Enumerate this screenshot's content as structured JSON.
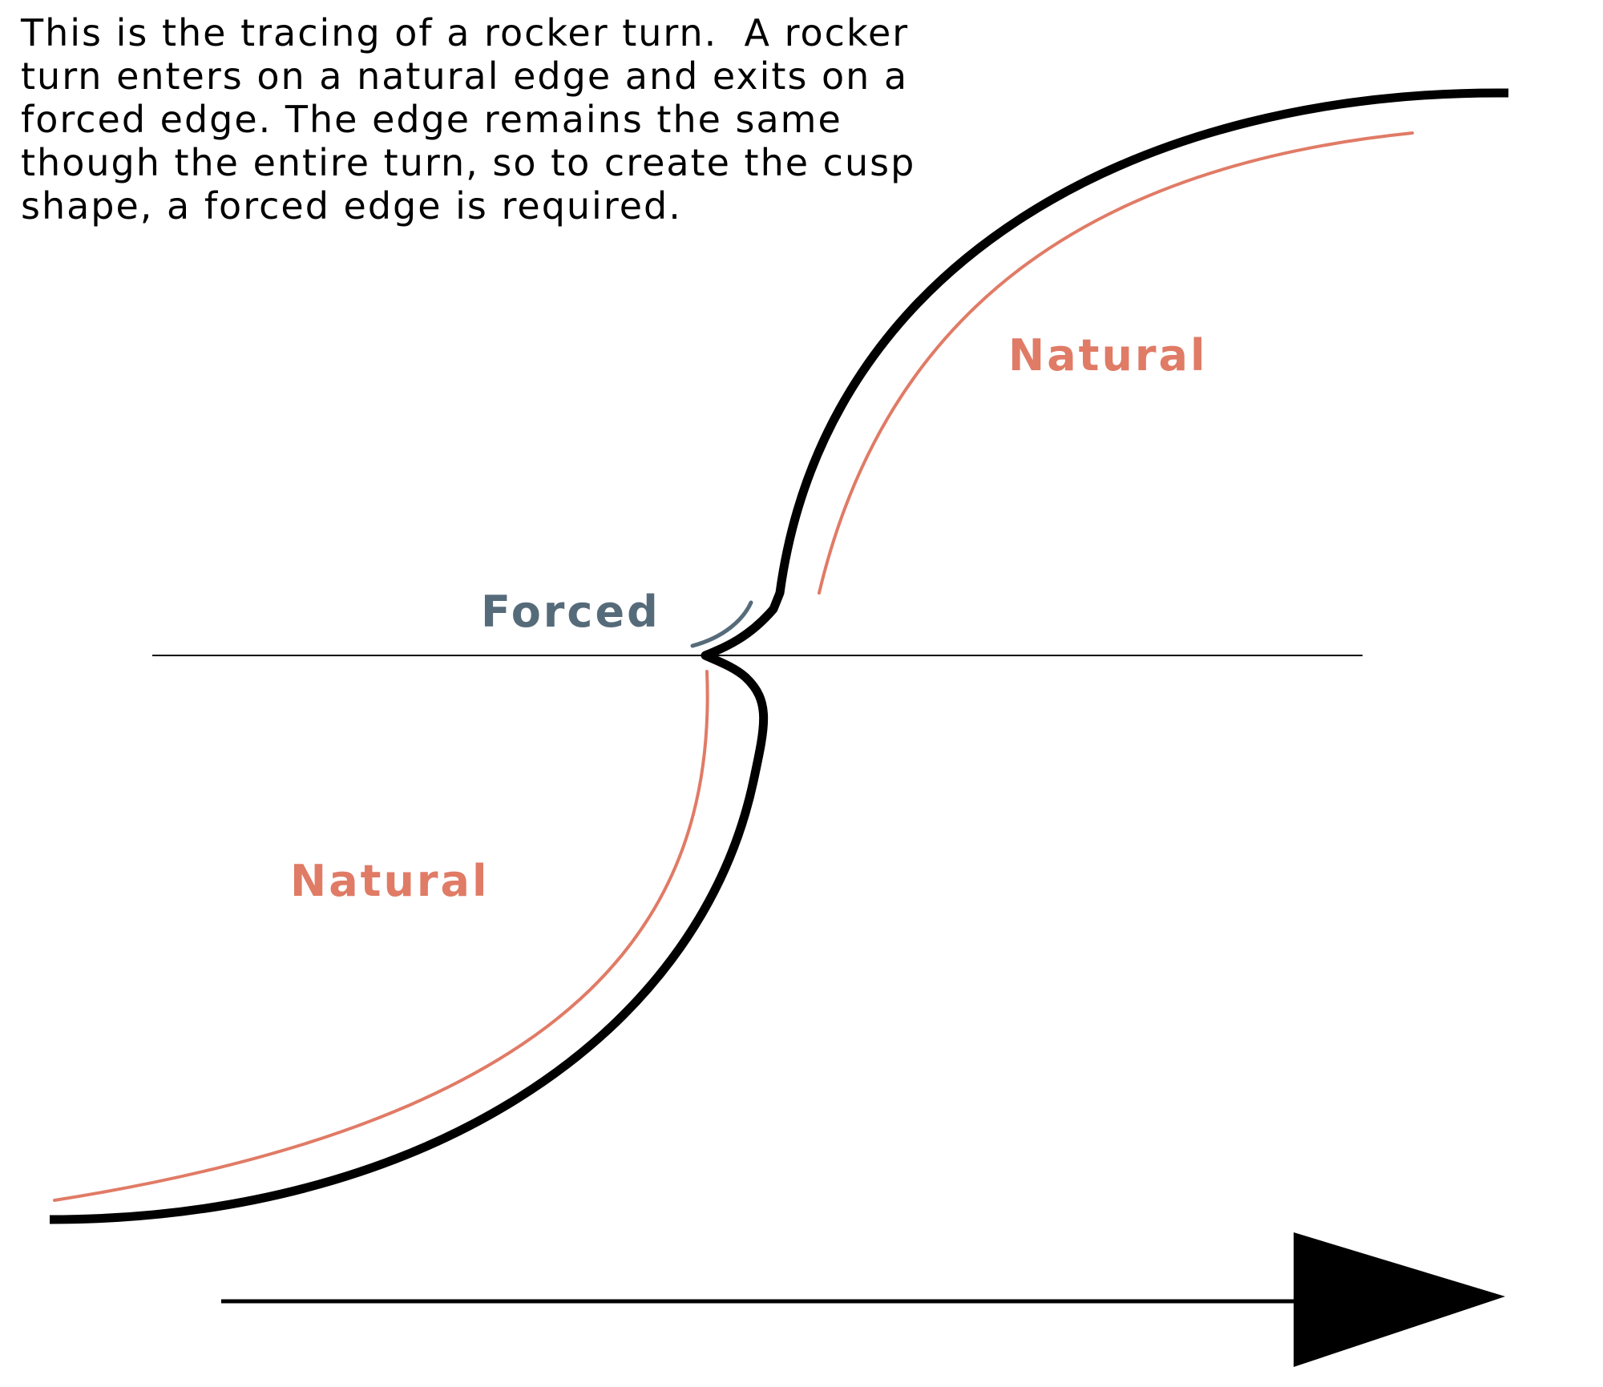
{
  "description": {
    "lines": [
      "This is the tracing of a rocker turn.  A rocker",
      "turn enters on a natural edge and exits on a",
      "forced edge. The edge remains the same",
      "though the entire turn, so to create the cusp",
      "shape, a forced edge is required."
    ]
  },
  "labels": {
    "natural_upper": "Natural",
    "natural_lower": "Natural",
    "forced": "Forced"
  },
  "colors": {
    "tracing": "#000000",
    "natural_edge": "#e07b66",
    "forced_edge": "#566b7a",
    "text": "#000000",
    "background": "#ffffff"
  },
  "icons": {
    "direction": "right-arrow-icon"
  }
}
